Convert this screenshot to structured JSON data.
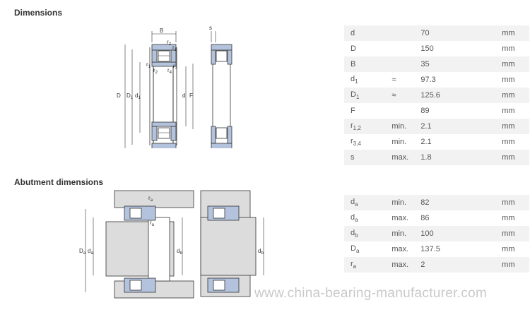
{
  "sections": {
    "dimensions_title": "Dimensions",
    "abutment_title": "Abutment dimensions"
  },
  "dimensions": [
    {
      "sym": "d",
      "sub": "",
      "q": "",
      "val": "70",
      "unit": "mm"
    },
    {
      "sym": "D",
      "sub": "",
      "q": "",
      "val": "150",
      "unit": "mm"
    },
    {
      "sym": "B",
      "sub": "",
      "q": "",
      "val": "35",
      "unit": "mm"
    },
    {
      "sym": "d",
      "sub": "1",
      "q": "≈",
      "val": "97.3",
      "unit": "mm"
    },
    {
      "sym": "D",
      "sub": "1",
      "q": "≈",
      "val": "125.6",
      "unit": "mm"
    },
    {
      "sym": "F",
      "sub": "",
      "q": "",
      "val": "89",
      "unit": "mm"
    },
    {
      "sym": "r",
      "sub": "1,2",
      "q": "min.",
      "val": "2.1",
      "unit": "mm"
    },
    {
      "sym": "r",
      "sub": "3,4",
      "q": "min.",
      "val": "2.1",
      "unit": "mm"
    },
    {
      "sym": "s",
      "sub": "",
      "q": "max.",
      "val": "1.8",
      "unit": "mm"
    }
  ],
  "abutment": [
    {
      "sym": "d",
      "sub": "a",
      "q": "min.",
      "val": "82",
      "unit": "mm"
    },
    {
      "sym": "d",
      "sub": "a",
      "q": "max.",
      "val": "86",
      "unit": "mm"
    },
    {
      "sym": "d",
      "sub": "b",
      "q": "min.",
      "val": "100",
      "unit": "mm"
    },
    {
      "sym": "D",
      "sub": "a",
      "q": "max.",
      "val": "137.5",
      "unit": "mm"
    },
    {
      "sym": "r",
      "sub": "a",
      "q": "max.",
      "val": "2",
      "unit": "mm"
    }
  ],
  "drawing_labels": {
    "B": "B",
    "s": "s",
    "D": "D",
    "D1": "D",
    "D1_sub": "1",
    "d1": "d",
    "d1_sub": "1",
    "d": "d",
    "F": "F",
    "r": "r",
    "r1_sub": "1",
    "r2_sub": "2",
    "r3_sub": "3",
    "r4_sub": "4",
    "Da": "D",
    "Da_sub": "a",
    "da": "d",
    "da_sub": "a",
    "db": "d",
    "db_sub": "b",
    "ra_sub": "a"
  },
  "watermark": "www.china-bearing-manufacturer.com",
  "colors": {
    "ring": "#b4c3dd",
    "housing": "#dcdcdc",
    "line": "#333333",
    "row_alt": "#f2f2f2"
  }
}
